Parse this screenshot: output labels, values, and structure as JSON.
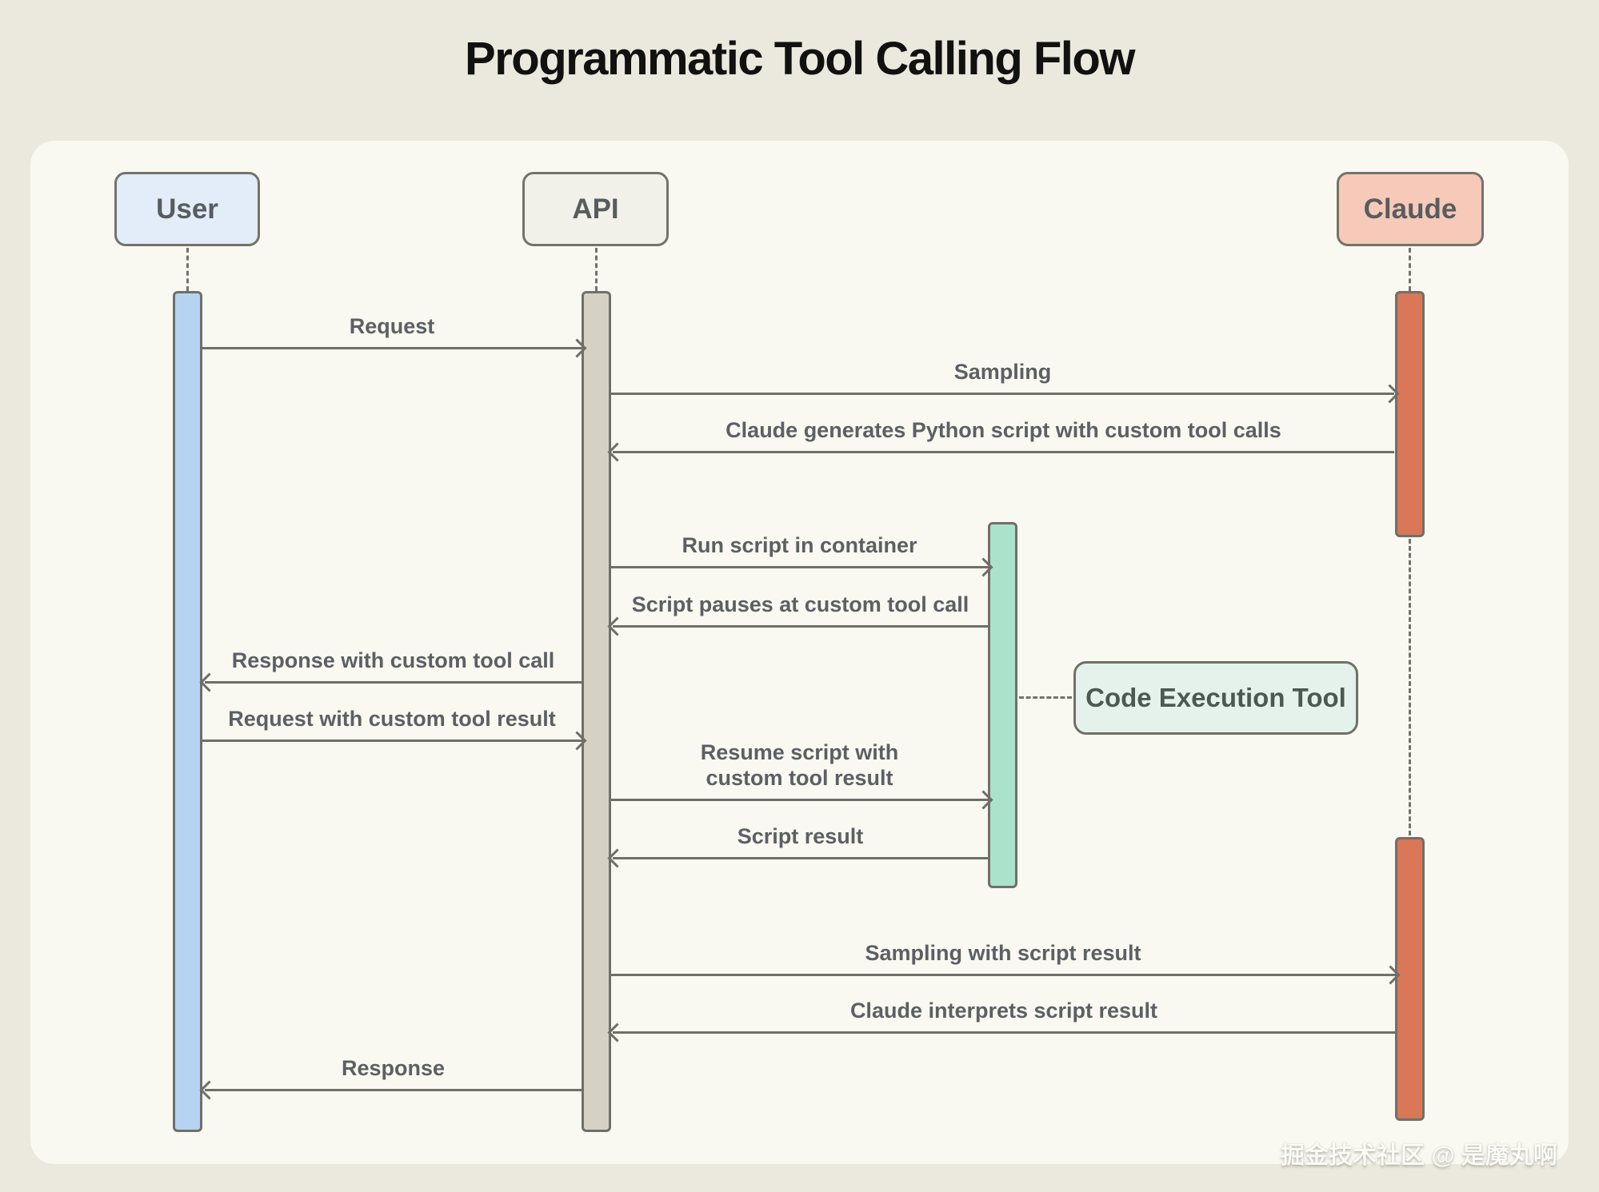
{
  "title": "Programmatic Tool Calling Flow",
  "participants": [
    {
      "id": "user",
      "label": "User"
    },
    {
      "id": "api",
      "label": "API"
    },
    {
      "id": "claude",
      "label": "Claude"
    }
  ],
  "tool_box": {
    "label": "Code Execution Tool"
  },
  "messages": [
    {
      "label": "Request",
      "from": "User",
      "to": "API"
    },
    {
      "label": "Sampling",
      "from": "API",
      "to": "Claude"
    },
    {
      "label": "Claude generates Python script with custom tool calls",
      "from": "Claude",
      "to": "API"
    },
    {
      "label": "Run script in container",
      "from": "API",
      "to": "Code Execution Tool"
    },
    {
      "label": "Script pauses at custom tool call",
      "from": "Code Execution Tool",
      "to": "API"
    },
    {
      "label": "Response with custom tool call",
      "from": "API",
      "to": "User"
    },
    {
      "label": "Request with custom tool result",
      "from": "User",
      "to": "API"
    },
    {
      "label": "Resume script with\ncustom tool result",
      "from": "API",
      "to": "Code Execution Tool"
    },
    {
      "label": "Script result",
      "from": "Code Execution Tool",
      "to": "API"
    },
    {
      "label": "Sampling with script result",
      "from": "API",
      "to": "Claude"
    },
    {
      "label": "Claude interprets script result",
      "from": "Claude",
      "to": "API"
    },
    {
      "label": "Response",
      "from": "API",
      "to": "User"
    }
  ],
  "watermark": "掘金技术社区 @ 是魔丸啊",
  "colors": {
    "canvas": "#EBE9DE",
    "panel": "#F9F8F1",
    "line": "#6F6F69",
    "user_box": "#E3EDF9",
    "user_bar": "#B6D3F1",
    "api_box": "#F2F1E9",
    "api_bar": "#D5D2C5",
    "claude_box": "#F6C9B8",
    "claude_bar": "#D97757",
    "exec_bar": "#ABE2CB",
    "tool_box_fill": "#E4F2EB"
  }
}
